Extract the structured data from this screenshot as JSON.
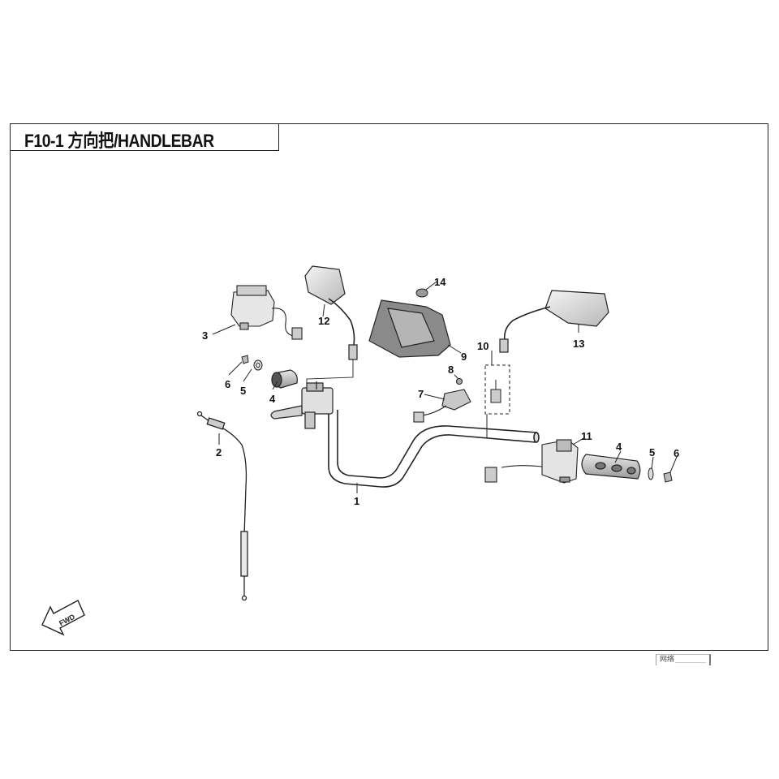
{
  "header": {
    "title": "F10-1 方向把/HANDLEBAR"
  },
  "diagram": {
    "callouts": [
      {
        "id": "c1",
        "label": "1"
      },
      {
        "id": "c2",
        "label": "2"
      },
      {
        "id": "c3",
        "label": "3"
      },
      {
        "id": "c4a",
        "label": "4"
      },
      {
        "id": "c4b",
        "label": "4"
      },
      {
        "id": "c5a",
        "label": "5"
      },
      {
        "id": "c5b",
        "label": "5"
      },
      {
        "id": "c6a",
        "label": "6"
      },
      {
        "id": "c6b",
        "label": "6"
      },
      {
        "id": "c7",
        "label": "7"
      },
      {
        "id": "c8",
        "label": "8"
      },
      {
        "id": "c9",
        "label": "9"
      },
      {
        "id": "c10",
        "label": "10"
      },
      {
        "id": "c11",
        "label": "11"
      },
      {
        "id": "c12",
        "label": "12"
      },
      {
        "id": "c13",
        "label": "13"
      },
      {
        "id": "c14",
        "label": "14"
      }
    ],
    "fwd_label": "FWD"
  },
  "stamp": {
    "text": "网络"
  }
}
